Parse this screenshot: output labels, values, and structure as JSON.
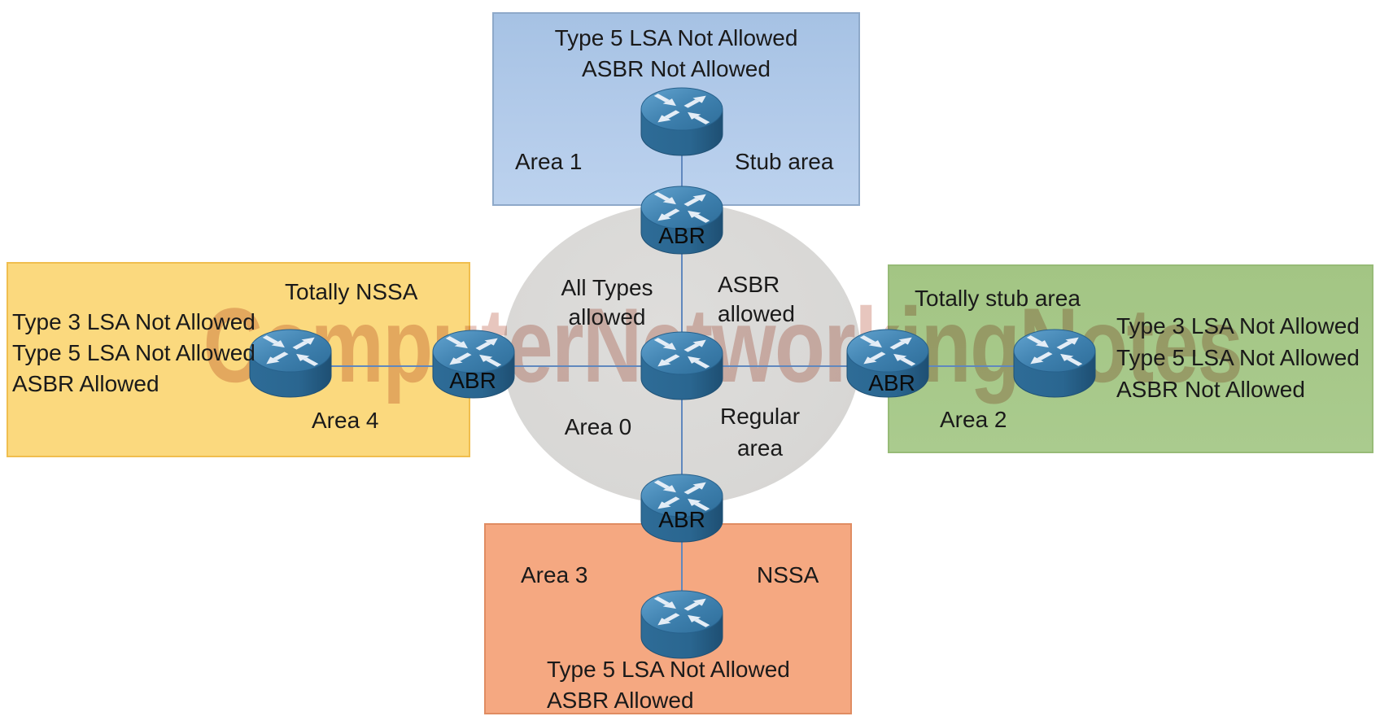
{
  "watermark": "ComputerNetworkingNotes",
  "abr_label": "ABR",
  "backbone": {
    "name": "Area 0",
    "region_label": "Regular area",
    "lsa_note": "All Types allowed",
    "asbr_note": "ASBR allowed"
  },
  "areas": {
    "area1": {
      "name": "Area 1",
      "type": "Stub area",
      "rules": [
        "Type 5 LSA Not Allowed",
        "ASBR Not Allowed"
      ]
    },
    "area2": {
      "name": "Area 2",
      "type": "Totally stub area",
      "rules": [
        "Type 3 LSA Not Allowed",
        "Type 5 LSA Not Allowed",
        "ASBR Not Allowed"
      ]
    },
    "area3": {
      "name": "Area 3",
      "type": "NSSA",
      "rules": [
        "Type 5 LSA Not Allowed",
        "ASBR Allowed"
      ]
    },
    "area4": {
      "name": "Area 4",
      "type": "Totally NSSA",
      "rules": [
        "Type 3 LSA Not Allowed",
        "Type 5 LSA Not Allowed",
        "ASBR Allowed"
      ]
    }
  },
  "colors": {
    "stub_area_fill": "#AECAE9",
    "totally_nssa_fill": "#FBD97E",
    "totally_stub_fill": "#A7C98A",
    "nssa_fill": "#F5A881",
    "backbone_fill": "#D9D8D6",
    "link_line": "#6088BE",
    "router_blue": "#31719F",
    "watermark_pink": "#C5766B"
  }
}
